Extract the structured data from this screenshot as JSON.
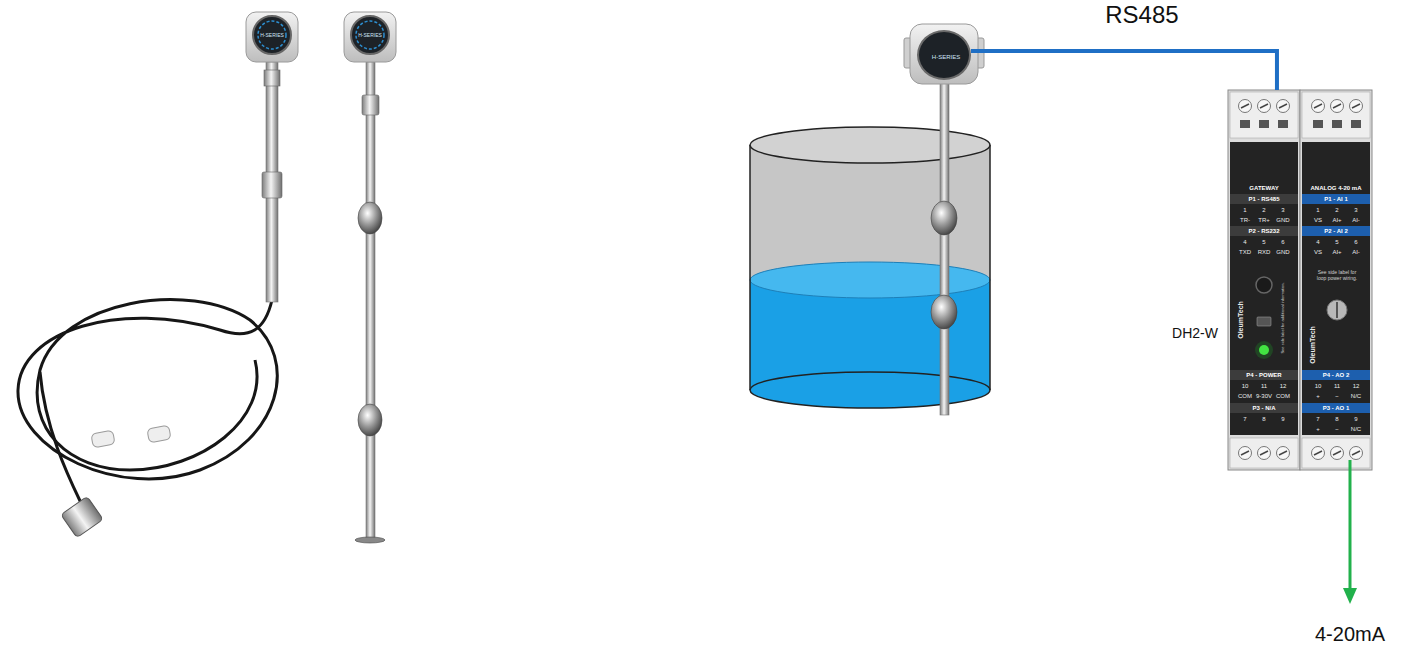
{
  "diagram": {
    "nodes": [
      {
        "text": [
          "H-SERIES"
        ]
      },
      {
        "text": [
          "DH2-W",
          "GATEWAY",
          "P1 - RS485",
          "P2 - RS232",
          "P4 - POWER",
          "P3 - N/A"
        ]
      },
      {
        "text": [
          "ANALOG 4-20 mA",
          "P1 - AI 1",
          "P2 - AI 2",
          "P4 - AO 2",
          "P3 - AO 1"
        ]
      }
    ],
    "edges": [
      {
        "from": 0,
        "to": 1,
        "label": "RS485",
        "arrow": "none"
      }
    ],
    "labels": [
      "4-20mA",
      "H-SERIES",
      "H-SERIES",
      "1",
      "2",
      "3",
      "TR-",
      "TR+",
      "GND",
      "4",
      "5",
      "6",
      "TXD",
      "RXD",
      "GND",
      "OleumTech",
      "See side label for additional information.",
      "10",
      "11",
      "12",
      "COM",
      "9-30V",
      "COM",
      "7",
      "8",
      "9",
      "1",
      "2",
      "3",
      "VS",
      "AI+",
      "AI-",
      "4",
      "5",
      "6",
      "VS",
      "AI+",
      "AI-",
      "See side label for loop power wiring.",
      "OleumTech",
      "10",
      "11",
      "12",
      "+",
      "−",
      "N/C",
      "7",
      "8",
      "9",
      "+",
      "−",
      "N/C"
    ]
  }
}
